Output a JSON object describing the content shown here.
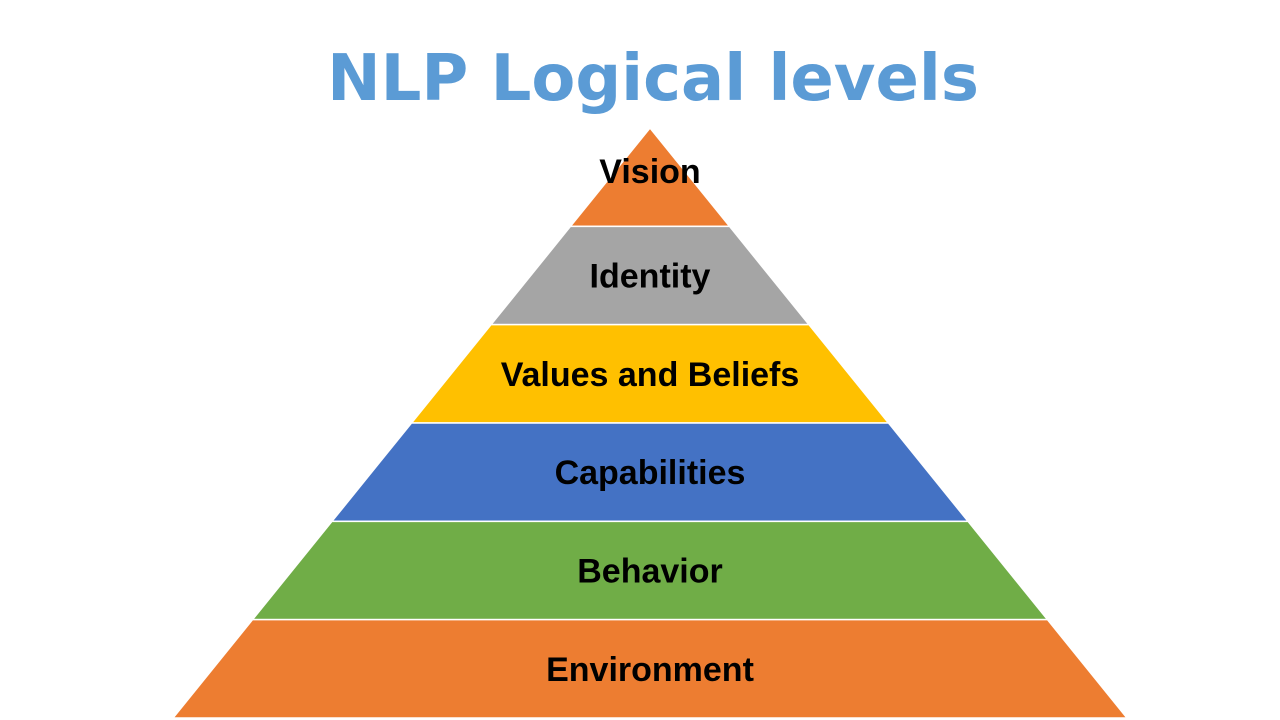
{
  "title": "NLP Logical levels",
  "colors": {
    "title": "#5B9BD5",
    "orange": "#ED7D31",
    "gray": "#A5A5A5",
    "yellow": "#FFC000",
    "blue": "#4472C4",
    "green": "#70AD47",
    "separator": "#FFFFFF"
  },
  "levels": [
    {
      "label": "Vision",
      "color": "#ED7D31"
    },
    {
      "label": "Identity",
      "color": "#A5A5A5"
    },
    {
      "label": "Values and Beliefs",
      "color": "#FFC000"
    },
    {
      "label": "Capabilities",
      "color": "#4472C4"
    },
    {
      "label": "Behavior",
      "color": "#70AD47"
    },
    {
      "label": "Environment",
      "color": "#ED7D31"
    }
  ]
}
